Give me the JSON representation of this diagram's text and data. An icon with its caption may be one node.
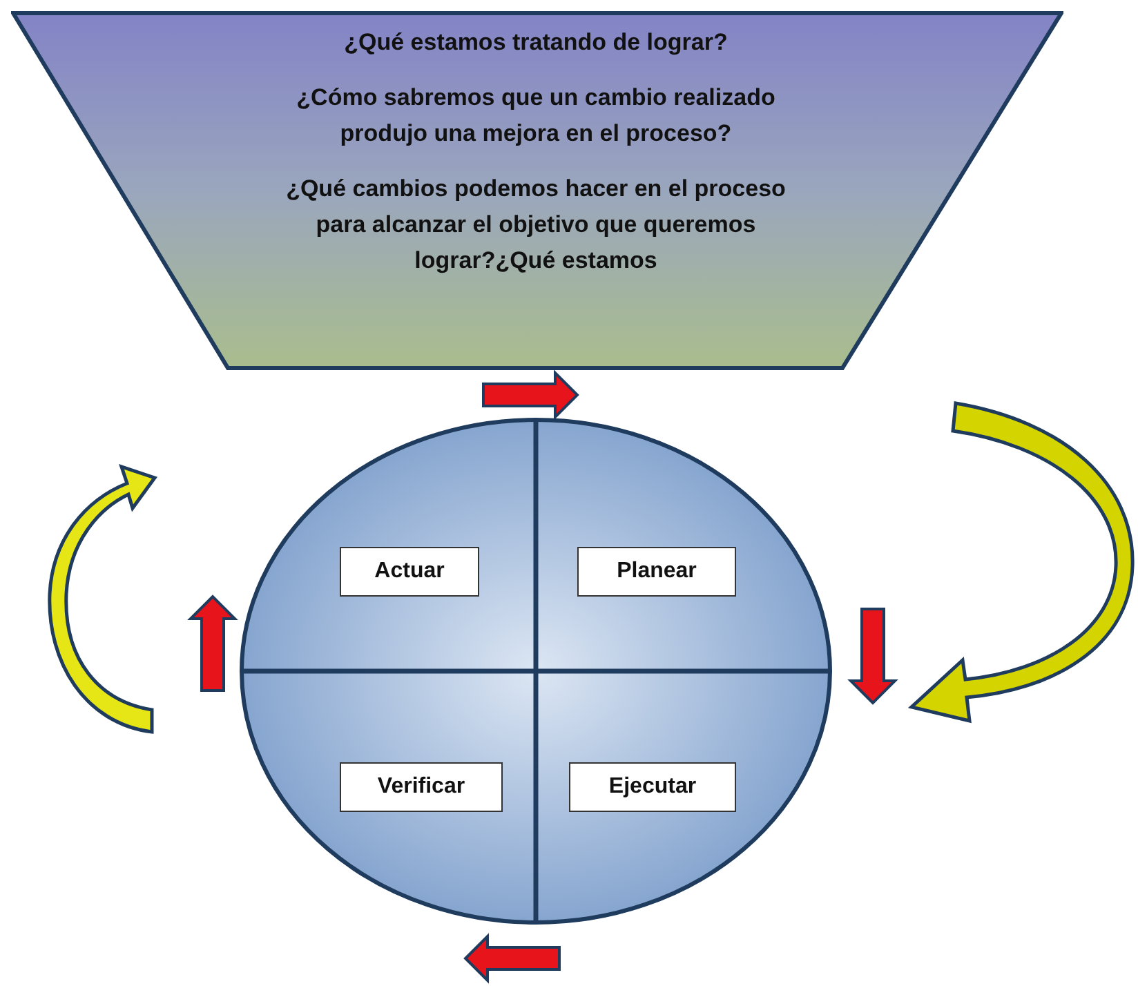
{
  "diagram": {
    "nodes": [
      {
        "text": [
          "¿Qué estamos tratando de lograr?",
          "¿Cómo sabremos que un cambio realizado produjo una mejora en el proceso?",
          "¿Qué cambios podemos hacer en el proceso para alcanzar el objetivo que queremos lograr?¿Qué estamos"
        ]
      },
      {
        "text": [],
        "shape": "circle"
      },
      {
        "text": [
          "Actuar"
        ],
        "in": 1
      },
      {
        "text": [
          "Planear"
        ],
        "in": 1
      },
      {
        "text": [
          "Verificar"
        ],
        "in": 1
      },
      {
        "text": [
          "Ejecutar"
        ],
        "in": 1
      }
    ]
  }
}
